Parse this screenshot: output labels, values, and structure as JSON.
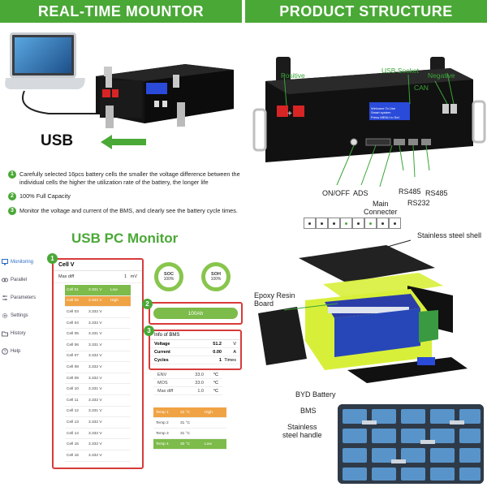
{
  "banners": {
    "left": "REAL-TIME MOUNTOR",
    "right": "PRODUCT STRUCTURE"
  },
  "usb_label": "USB",
  "features": [
    {
      "num": "1",
      "text": "Carefully selected 16pcs battery cells the smaller the voltage difference between the individual cells the higher the utilization rate of the battery, the longer life"
    },
    {
      "num": "2",
      "text": "100% Full Capacity"
    },
    {
      "num": "3",
      "text": "Monitor the voltage and current of the BMS, and clearly see the battery cycle times."
    }
  ],
  "monitor": {
    "title": "USB PC Monitor",
    "sidebar": [
      "Monitoring",
      "Parallel",
      "Parameters",
      "Settings",
      "History",
      "Help"
    ],
    "cellv": {
      "header": "Cell V",
      "maxdiff_label": "Max diff",
      "maxdiff_value": "1",
      "maxdiff_unit": "mV",
      "rows": [
        {
          "name": "Cell 01",
          "value": "3.331 V",
          "tag": "Low",
          "state": "low"
        },
        {
          "name": "Cell 02",
          "value": "3.332 V",
          "tag": "High",
          "state": "high"
        },
        {
          "name": "Cell 03",
          "value": "3.332 V",
          "tag": "",
          "state": ""
        },
        {
          "name": "Cell 04",
          "value": "3.332 V",
          "tag": "",
          "state": ""
        },
        {
          "name": "Cell 05",
          "value": "3.331 V",
          "tag": "",
          "state": ""
        },
        {
          "name": "Cell 06",
          "value": "3.331 V",
          "tag": "",
          "state": ""
        },
        {
          "name": "Cell 07",
          "value": "3.332 V",
          "tag": "",
          "state": ""
        },
        {
          "name": "Cell 08",
          "value": "3.332 V",
          "tag": "",
          "state": ""
        },
        {
          "name": "Cell 09",
          "value": "3.332 V",
          "tag": "",
          "state": ""
        },
        {
          "name": "Cell 10",
          "value": "3.331 V",
          "tag": "",
          "state": ""
        },
        {
          "name": "Cell 11",
          "value": "3.332 V",
          "tag": "",
          "state": ""
        },
        {
          "name": "Cell 12",
          "value": "3.331 V",
          "tag": "",
          "state": ""
        },
        {
          "name": "Cell 13",
          "value": "3.332 V",
          "tag": "",
          "state": ""
        },
        {
          "name": "Cell 14",
          "value": "3.332 V",
          "tag": "",
          "state": ""
        },
        {
          "name": "Cell 15",
          "value": "3.332 V",
          "tag": "",
          "state": ""
        },
        {
          "name": "Cell 16",
          "value": "3.332 V",
          "tag": "",
          "state": ""
        }
      ]
    },
    "soc": {
      "label": "SOC",
      "value": "100%"
    },
    "soh": {
      "label": "SOH",
      "value": "100%"
    },
    "capacity": "100Ah",
    "bms": {
      "header": "Info of BMS",
      "rows": [
        {
          "k": "Voltage",
          "v": "51.2",
          "u": "V"
        },
        {
          "k": "Current",
          "v": "0.00",
          "u": "A"
        },
        {
          "k": "Cycles",
          "v": "1",
          "u": "Times"
        }
      ]
    },
    "extra": [
      {
        "k": "ENV",
        "v": "33.0",
        "u": "°C"
      },
      {
        "k": "MOS",
        "v": "33.0",
        "u": "°C"
      },
      {
        "k": "Max diff",
        "v": "1.0",
        "u": "°C"
      }
    ],
    "temps": [
      {
        "name": "Temp 1",
        "value": "31 °C",
        "tag": "High",
        "state": "high"
      },
      {
        "name": "Temp 2",
        "value": "31 °C",
        "tag": "",
        "state": ""
      },
      {
        "name": "Temp 3",
        "value": "31 °C",
        "tag": "",
        "state": ""
      },
      {
        "name": "Temp 4",
        "value": "30 °C",
        "tag": "Low",
        "state": "low"
      }
    ],
    "badges": [
      "1",
      "2",
      "3"
    ]
  },
  "structure": {
    "positive": "Positive",
    "usb_socket": "USB Socket",
    "negative": "Negative",
    "can": "CAN",
    "on_off": "ON/OFF",
    "ads": "ADS",
    "main_connector": "Main\nConnecter",
    "rs485_a": "RS485",
    "rs232": "RS232",
    "rs485_b": "RS485",
    "shell": "Stainless steel shell",
    "epoxy": "Epoxy Resin\nBoard",
    "byd": "BYD Battery",
    "bms": "BMS",
    "handle": "Stainless\nsteel handle",
    "screen_text": "Welcome To Use\nSmart system\nPress MENU to Set"
  },
  "colors": {
    "brand_green": "#4aa836",
    "highlight_red": "#d83a3a",
    "low_green": "#7dbb4a",
    "high_orange": "#f0a344"
  }
}
